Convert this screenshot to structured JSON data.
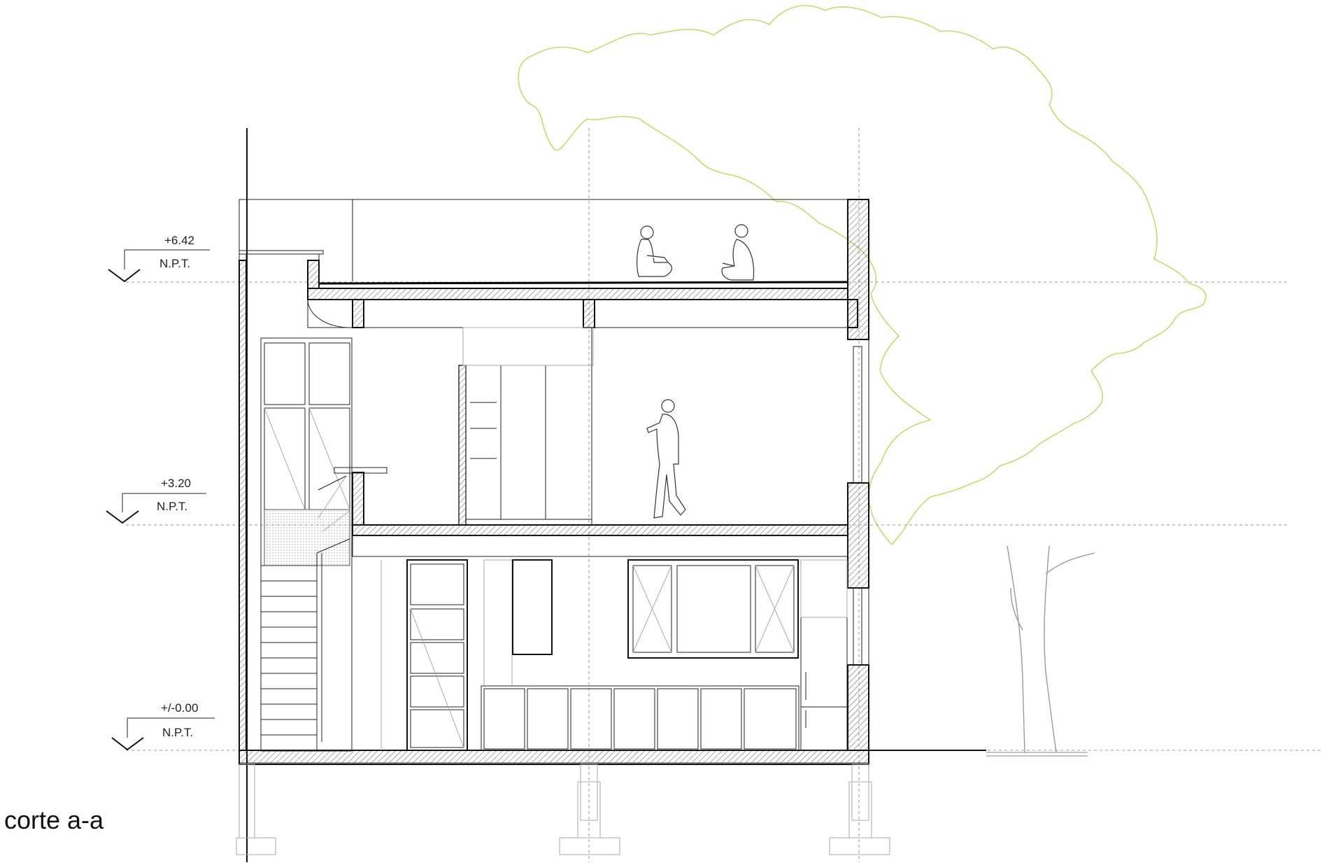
{
  "drawing": {
    "title": "corte a-a",
    "levels": [
      {
        "id": "roof",
        "value": "+6.42",
        "label": "N.P.T."
      },
      {
        "id": "first",
        "value": "+3.20",
        "label": "N.P.T."
      },
      {
        "id": "ground",
        "value": "+/-0.00",
        "label": "N.P.T."
      }
    ]
  },
  "colors": {
    "tree_outline": "#c6d97a",
    "lines": "#111111",
    "guides": "#999999"
  }
}
